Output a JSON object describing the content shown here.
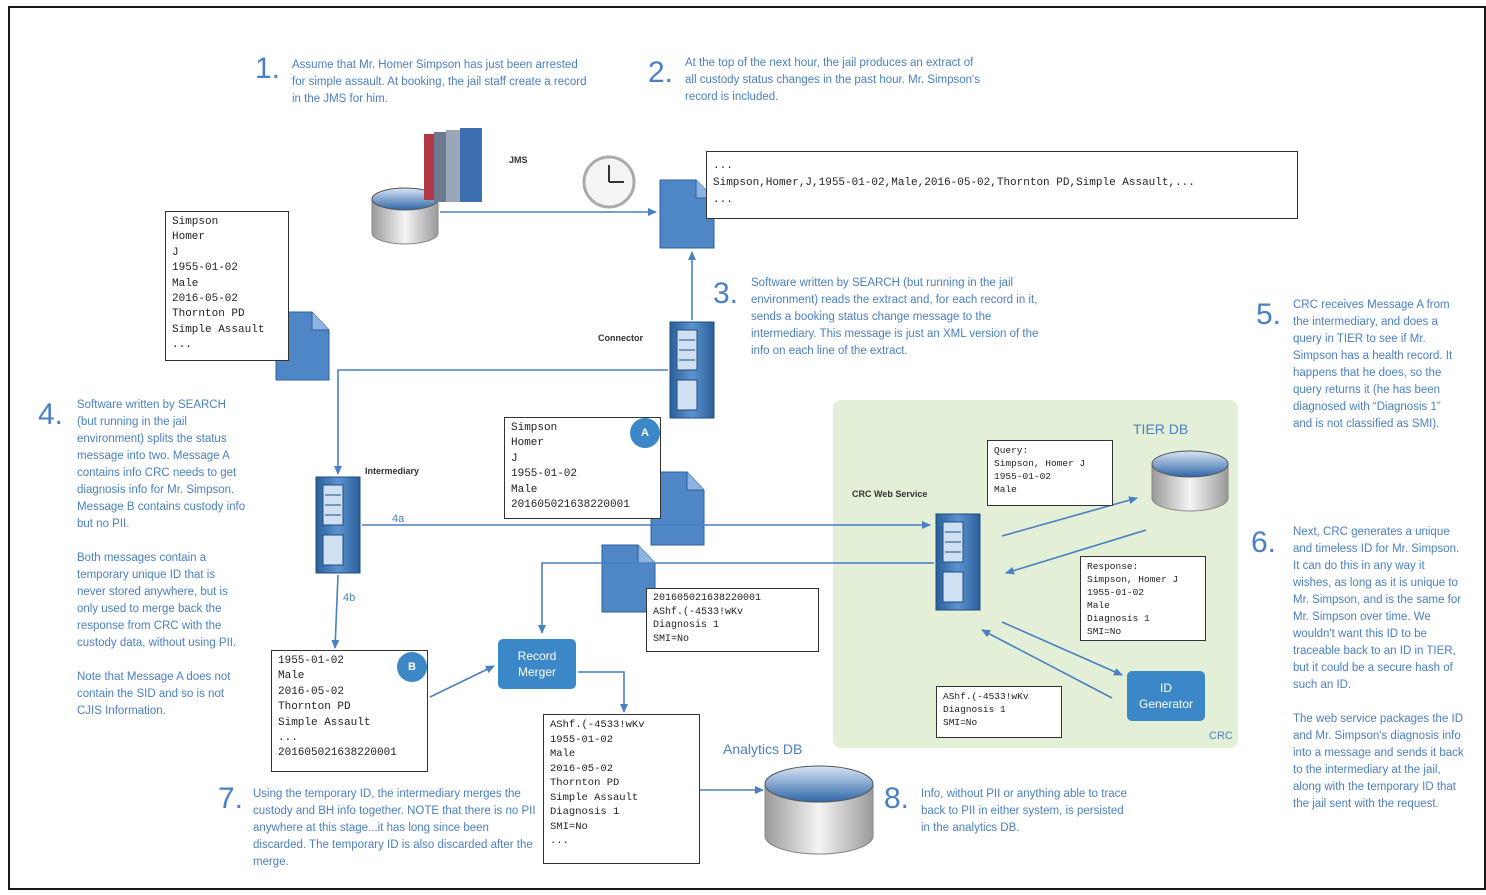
{
  "steps": [
    {
      "num": "1.",
      "text": "Assume that Mr. Homer Simpson has just been arrested for simple assault. At booking, the jail staff create a record in the JMS for him."
    },
    {
      "num": "2.",
      "text": "At the top of the next hour, the jail produces an extract of all custody status changes in the past hour. Mr. Simpson's record is included."
    },
    {
      "num": "3.",
      "text": "Software written by SEARCH (but running in the jail environment) reads the extract and, for each record in it, sends a booking status change message to the intermediary. This message is just an XML version of the info on each line of the extract."
    },
    {
      "num": "4.",
      "text": "Software written by SEARCH (but running in the jail environment) splits the status message into two. Message A contains info CRC needs to get diagnosis info for Mr. Simpson. Message B contains custody info but no PII.\n\nBoth messages contain a temporary unique ID that is never stored anywhere, but is only used to merge back the response from CRC with the custody data, without using PII.\n\nNote that Message A does not contain the SID and so is not CJIS Information."
    },
    {
      "num": "5.",
      "text": "CRC receives Message A from the intermediary, and does a query in TIER to see if Mr. Simpson has a health record. It happens that he does, so the query returns it (he has been diagnosed with “Diagnosis 1” and is not classified as SMI)."
    },
    {
      "num": "6.",
      "text": "Next, CRC generates a unique and timeless ID for Mr. Simpson. It can do this in any way it wishes, as long as it is unique to Mr. Simpson, and is the same for Mr. Simpson over time. We wouldn't want this ID to be traceable back to an ID in TIER, but it could be a secure hash of such an ID.\n\nThe web service packages the ID and Mr. Simpson's diagnosis info into a message and sends it back to the intermediary at the jail, along with the temporary ID that the jail sent with the request."
    },
    {
      "num": "7.",
      "text": "Using the temporary ID, the intermediary merges the custody and BH info together. NOTE that there is no PII anywhere at this stage...it has long since been discarded. The temporary ID is also discarded after the merge."
    },
    {
      "num": "8.",
      "text": "Info, without PII or anything able to trace back to PII in either system, is persisted in the analytics DB."
    }
  ],
  "labels": {
    "jms": "JMS",
    "connector": "Connector",
    "intermediary": "Intermediary",
    "crc_web_service": "CRC Web Service",
    "crc": "CRC",
    "tier_db": "TIER DB",
    "analytics_db": "Analytics DB",
    "record_merger": "Record\nMerger",
    "id_generator": "ID\nGenerator",
    "edge_4a": "4a",
    "edge_4b": "4b",
    "badge_a": "A",
    "badge_b": "B"
  },
  "boxes": {
    "extract": "...\nSimpson,Homer,J,1955-01-02,Male,2016-05-02,Thornton PD,Simple Assault,...\n...",
    "jms_record": "Simpson\nHomer\nJ\n1955-01-02\nMale\n2016-05-02\nThornton PD\nSimple Assault\n...",
    "message_a": "Simpson\nHomer\nJ\n1955-01-02\nMale\n201605021638220001",
    "message_b": "1955-01-02\nMale\n2016-05-02\nThornton PD\nSimple Assault\n...\n201605021638220001",
    "response_msg": "201605021638220001\nAShf.(-4533!wKv\nDiagnosis 1\nSMI=No",
    "query": "Query:\nSimpson, Homer J\n1955-01-02\nMale",
    "tier_response": "Response:\nSimpson, Homer J\n1955-01-02\nMale\nDiagnosis 1\nSMI=No",
    "id_output": "AShf.(-4533!wKv\nDiagnosis 1\nSMI=No",
    "merged": "AShf.(-4533!wKv\n1955-01-02\nMale\n2016-05-02\nThornton PD\nSimple Assault\nDiagnosis 1\nSMI=No\n..."
  },
  "icons": [
    "database-icon",
    "server-icon",
    "document-icon",
    "clock-icon",
    "file-stack-icon"
  ],
  "colors": {
    "accent": "#4a7fc1",
    "button": "#3b87c8",
    "panel": "#e3efd6"
  }
}
